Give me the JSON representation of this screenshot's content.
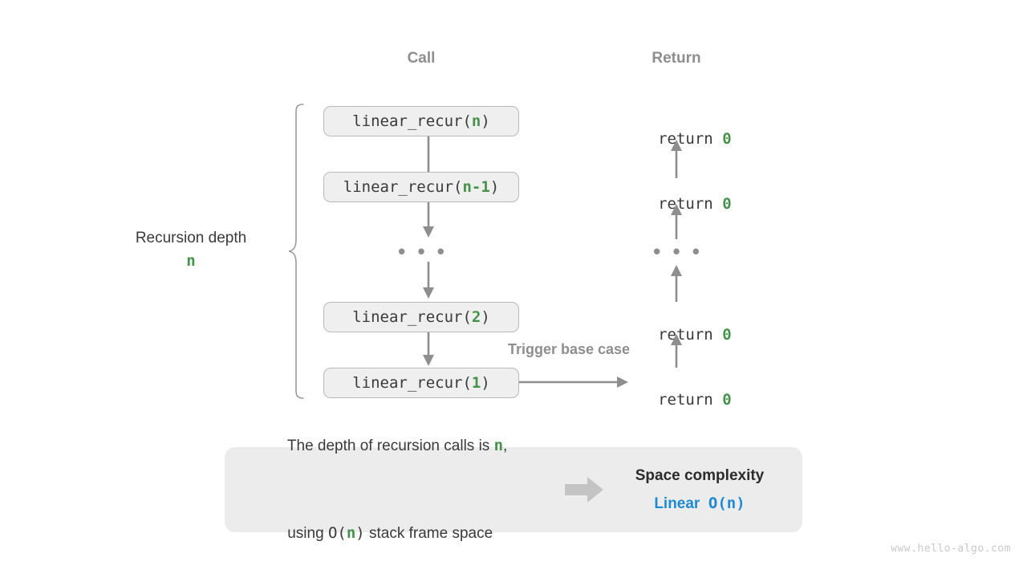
{
  "headers": {
    "call": "Call",
    "return": "Return"
  },
  "call_stack": [
    {
      "prefix": "linear_recur(",
      "arg": "n",
      "suffix": ")"
    },
    {
      "prefix": "linear_recur(",
      "arg": "n-1",
      "suffix": ")"
    },
    {
      "prefix": "linear_recur(",
      "arg": "2",
      "suffix": ")"
    },
    {
      "prefix": "linear_recur(",
      "arg": "1",
      "suffix": ")"
    }
  ],
  "returns": [
    {
      "keyword": "return ",
      "value": "0"
    },
    {
      "keyword": "return ",
      "value": "0"
    },
    {
      "keyword": "return ",
      "value": "0"
    },
    {
      "keyword": "return ",
      "value": "0"
    }
  ],
  "ellipsis": "• • •",
  "depth": {
    "label": "Recursion depth",
    "value": "n"
  },
  "trigger": {
    "label": "Trigger base case"
  },
  "info": {
    "line1_a": "The depth of recursion calls is ",
    "line1_var": "n",
    "line1_b": ",",
    "line2_a": "using ",
    "line2_o": "O(",
    "line2_var": "n",
    "line2_close": ")",
    "line2_b": " stack frame space",
    "result_title": "Space complexity",
    "result_word": "Linear",
    "result_value": "O(n)"
  },
  "watermark": "www.hello-algo.com",
  "colors": {
    "accent_green": "#45924b",
    "accent_blue": "#1f8ad4",
    "muted_gray": "#8e8e8e",
    "box_fill": "#efefef",
    "box_border": "#b9b9b9",
    "panel_fill": "#ececec",
    "text_dark": "#3a3a3a"
  }
}
